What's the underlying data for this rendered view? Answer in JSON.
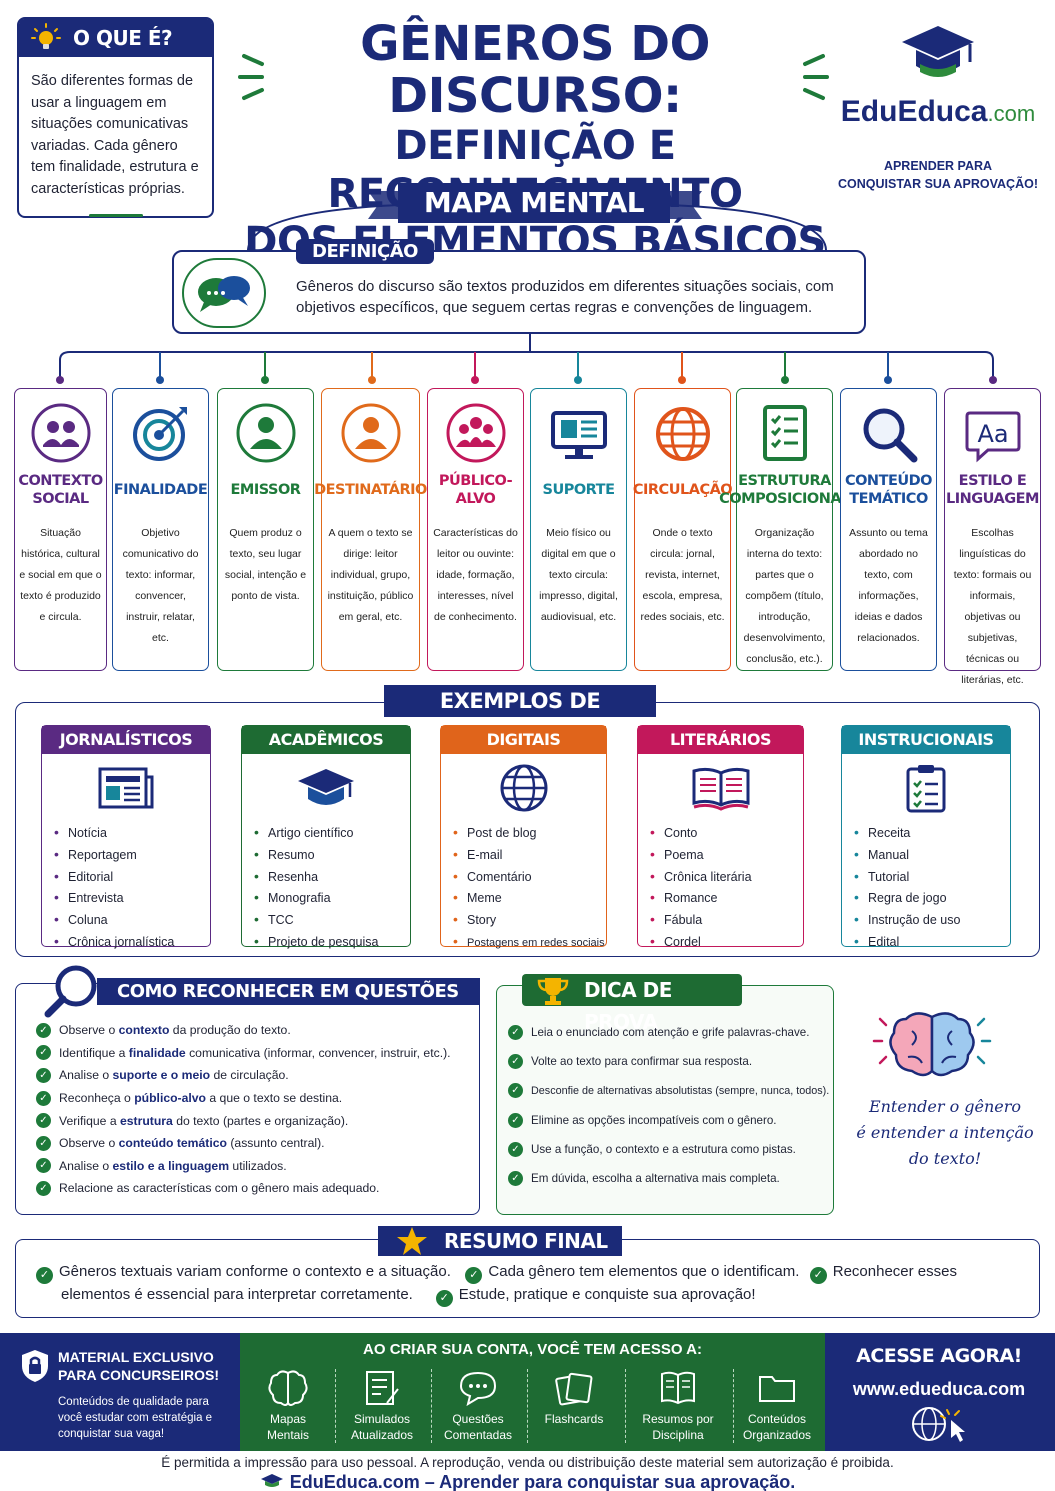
{
  "header": {
    "what_title": "O QUE É?",
    "what_text": "São diferentes formas de usar a linguagem em situações comunicativas variadas. Cada gênero tem finalidade, estrutura e características próprias.",
    "title_line1": "GÊNEROS DO DISCURSO:",
    "title_line2": "DEFINIÇÃO E RECONHECIMENTO",
    "title_line3": "DOS ELEMENTOS BÁSICOS",
    "brand_main": "EduEduca",
    "brand_suffix": ".com",
    "brand_slogan_line1": "APRENDER PARA",
    "brand_slogan_line2": "CONQUISTAR SUA APROVAÇÃO!",
    "map_label": "MAPA MENTAL"
  },
  "definition": {
    "tag": "DEFINIÇÃO",
    "text": "Gêneros do discurso são textos produzidos em diferentes situações sociais, com objetivos específicos, que seguem certas regras e convenções de linguagem.",
    "icon": "speech-bubbles-icon"
  },
  "elements": [
    {
      "title": "CONTEXTO SOCIAL",
      "desc": "Situação histórica, cultural e social em que o texto é produzido e circula.",
      "color": "#5a2a82",
      "icon": "people-icon"
    },
    {
      "title": "FINALIDADE",
      "desc": "Objetivo comunicativo do texto: informar, convencer, instruir, relatar, etc.",
      "color": "#1b4f9c",
      "icon": "target-icon"
    },
    {
      "title": "EMISSOR",
      "desc": "Quem produz o texto, seu lugar social, intenção e ponto de vista.",
      "color": "#1e7a3a",
      "icon": "person-icon"
    },
    {
      "title": "DESTINATÁRIO",
      "desc": "A quem o texto se dirige: leitor individual, grupo, instituição, público em geral, etc.",
      "color": "#e06a1b",
      "icon": "person-icon"
    },
    {
      "title": "PÚBLICO-ALVO",
      "desc": "Características do leitor ou ouvinte: idade, formação, interesses, nível de conhecimento.",
      "color": "#c2185b",
      "icon": "group-icon"
    },
    {
      "title": "SUPORTE",
      "desc": "Meio físico ou digital em que o texto circula: impresso, digital, audiovisual, etc.",
      "color": "#17869b",
      "icon": "monitor-icon"
    },
    {
      "title": "CIRCULAÇÃO",
      "desc": "Onde o texto circula: jornal, revista, internet, escola, empresa, redes sociais, etc.",
      "color": "#e0541b",
      "icon": "globe-icon"
    },
    {
      "title": "ESTRUTURA COMPOSICIONAL",
      "desc": "Organização interna do texto: partes que o compõem (título, introdução, desenvolvimento, conclusão, etc.).",
      "color": "#1e7a3a",
      "icon": "checklist-icon"
    },
    {
      "title": "CONTEÚDO TEMÁTICO",
      "desc": "Assunto ou tema abordado no texto, com informações, ideias e dados relacionados.",
      "color": "#1b4f9c",
      "icon": "magnifier-icon"
    },
    {
      "title": "ESTILO E LINGUAGEM",
      "desc": "Escolhas linguísticas do texto: formais ou informais, objetivas ou subjetivas, técnicas ou literárias, etc.",
      "color": "#5a2a82",
      "icon": "font-aa-icon"
    }
  ],
  "examples": {
    "title": "EXEMPLOS DE GÊNEROS",
    "groups": [
      {
        "name": "JORNALÍSTICOS",
        "color": "#5a2a82",
        "icon": "newspaper-icon",
        "items": [
          "Notícia",
          "Reportagem",
          "Editorial",
          "Entrevista",
          "Coluna",
          "Crônica jornalística"
        ]
      },
      {
        "name": "ACADÊMICOS",
        "color": "#1e6b33",
        "icon": "graduation-cap-icon",
        "items": [
          "Artigo científico",
          "Resumo",
          "Resenha",
          "Monografia",
          "TCC",
          "Projeto de pesquisa"
        ]
      },
      {
        "name": "DIGITAIS",
        "color": "#e0641b",
        "icon": "globe-icon",
        "items": [
          "Post de blog",
          "E-mail",
          "Comentário",
          "Meme",
          "Story",
          "Postagens em redes sociais"
        ]
      },
      {
        "name": "LITERÁRIOS",
        "color": "#c2185b",
        "icon": "open-book-icon",
        "items": [
          "Conto",
          "Poema",
          "Crônica literária",
          "Romance",
          "Fábula",
          "Cordel"
        ]
      },
      {
        "name": "INSTRUCIONAIS",
        "color": "#17869b",
        "icon": "clipboard-icon",
        "items": [
          "Receita",
          "Manual",
          "Tutorial",
          "Regra de jogo",
          "Instrução de uso",
          "Edital"
        ]
      }
    ]
  },
  "questions": {
    "title": "COMO RECONHECER EM QUESTÕES",
    "items": [
      {
        "pre": "Observe o ",
        "key": "contexto",
        "post": " da produção do texto."
      },
      {
        "pre": "Identifique a ",
        "key": "finalidade",
        "post": " comunicativa (informar, convencer, instruir, etc.)."
      },
      {
        "pre": "Analise o ",
        "key": "suporte",
        "mid": " e o ",
        "key2": "meio",
        "post": " de circulação."
      },
      {
        "pre": "Reconheça o ",
        "key": "público-alvo",
        "post": " a que o texto se destina."
      },
      {
        "pre": "Verifique a ",
        "key": "estrutura",
        "post": " do texto (partes e organização)."
      },
      {
        "pre": "Observe o ",
        "key": "conteúdo temático",
        "post": " (assunto central)."
      },
      {
        "pre": "Analise o ",
        "key": "estilo",
        "mid": " e a ",
        "key2": "linguagem",
        "post": " utilizados."
      },
      {
        "pre": "Relacione as características com o gênero mais adequado.",
        "key": "",
        "post": ""
      }
    ]
  },
  "tips": {
    "title": "DICA DE PROVA",
    "items": [
      "Leia o enunciado com atenção e grife palavras-chave.",
      "Volte ao texto para confirmar sua resposta.",
      "Desconfie de alternativas absolutistas (sempre, nunca, todos).",
      "Elimine as opções incompatíveis com o gênero.",
      "Use a função, o contexto e a estrutura como pistas.",
      "Em dúvida, escolha a alternativa mais completa."
    ]
  },
  "quote": {
    "line1": "Entender o gênero",
    "line2": "é entender a intenção",
    "line3": "do texto!"
  },
  "summary": {
    "title": "RESUMO FINAL",
    "s1": "Gêneros textuais variam conforme o contexto e a situação.",
    "s2": "Cada gênero tem elementos que o identificam.",
    "s3a": "Reconhecer esses",
    "s3b": "elementos é essencial para interpretar corretamente.",
    "s4": "Estude, pratique e conquiste sua aprovação!"
  },
  "footer": {
    "left_title_1": "MATERIAL EXCLUSIVO",
    "left_title_2": "PARA CONCURSEIROS!",
    "left_text": "Conteúdos de qualidade para você estudar com estratégia e conquistar sua vaga!",
    "mid_title": "AO CRIAR SUA CONTA, VOCÊ TEM ACESSO A:",
    "features": [
      {
        "l1": "Mapas",
        "l2": "Mentais",
        "icon": "brain-icon"
      },
      {
        "l1": "Simulados",
        "l2": "Atualizados",
        "icon": "exam-icon"
      },
      {
        "l1": "Questões",
        "l2": "Comentadas",
        "icon": "chat-icon"
      },
      {
        "l1": "Flashcards",
        "l2": "",
        "icon": "flashcards-icon"
      },
      {
        "l1": "Resumos por",
        "l2": "Disciplina",
        "icon": "book-icon"
      },
      {
        "l1": "Conteúdos",
        "l2": "Organizados",
        "icon": "folder-icon"
      }
    ],
    "cta": "ACESSE AGORA!",
    "url": "www.edueduca.com",
    "legal": "É permitida a impressão para uso pessoal. A reprodução, venda ou distribuição deste material sem autorização é proibida.",
    "tagline": "EduEduca.com – Aprender para conquistar sua aprovação."
  },
  "colors": {
    "navy": "#1b2a78",
    "green": "#1e7a3a"
  }
}
